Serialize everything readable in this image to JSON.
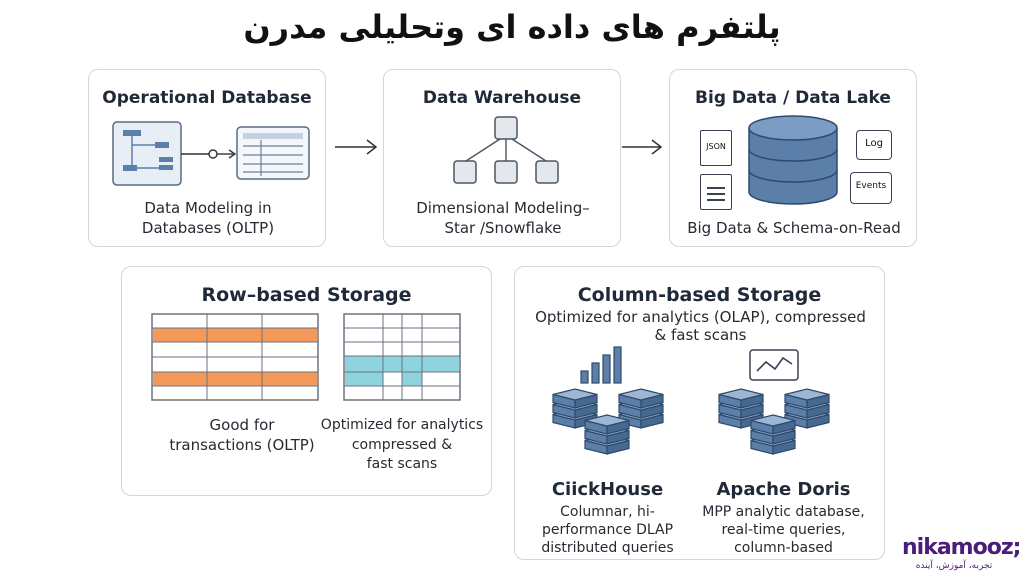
{
  "header": {
    "title": "پلتفرم های داده ای وتحلیلی مدرن"
  },
  "cards": {
    "operational": {
      "title": "Operational Database",
      "caption_line1": "Data Modeling in",
      "caption_line2": "Databases (OLTP)"
    },
    "warehouse": {
      "title": "Data Warehouse",
      "caption_line1": "Dimensional Modeling–",
      "caption_line2": "Star /Snowflake"
    },
    "bigdata": {
      "title": "Big Data / Data Lake",
      "caption": "Big Data & Schema-on-Read",
      "icons": {
        "json": "JSON",
        "log": "Log",
        "events": "Events"
      }
    },
    "row_storage": {
      "title": "Row–based Storage",
      "left_line1": "Good for",
      "left_line2": "transactions (OLTP)",
      "right_line1": "Optimized for analytics",
      "right_line2": "compressed &",
      "right_line3": "fast scans"
    },
    "column_storage": {
      "title": "Column-based Storage",
      "subtitle_line1": "Optimized for analytics (OLAP), compressed",
      "subtitle_line2": "& fast scans",
      "clickhouse": {
        "name": "CiickHouse",
        "line1": "Columnar, hi-",
        "line2": "performance DLAP",
        "line3": "distributed queries"
      },
      "doris": {
        "name": "Apache Doris",
        "line1": "MPP analytic database,",
        "line2": "real-time queries,",
        "line3": "column-based"
      }
    }
  },
  "logo": {
    "main": "nikamooz;",
    "sub": "تجربه، آموزش، آینده"
  },
  "colors": {
    "accent_orange": "#f39a5b",
    "accent_teal": "#8fd3df",
    "db_blue": "#5b7fa8",
    "border": "#cfd6de",
    "logo": "#4b1d7a"
  }
}
